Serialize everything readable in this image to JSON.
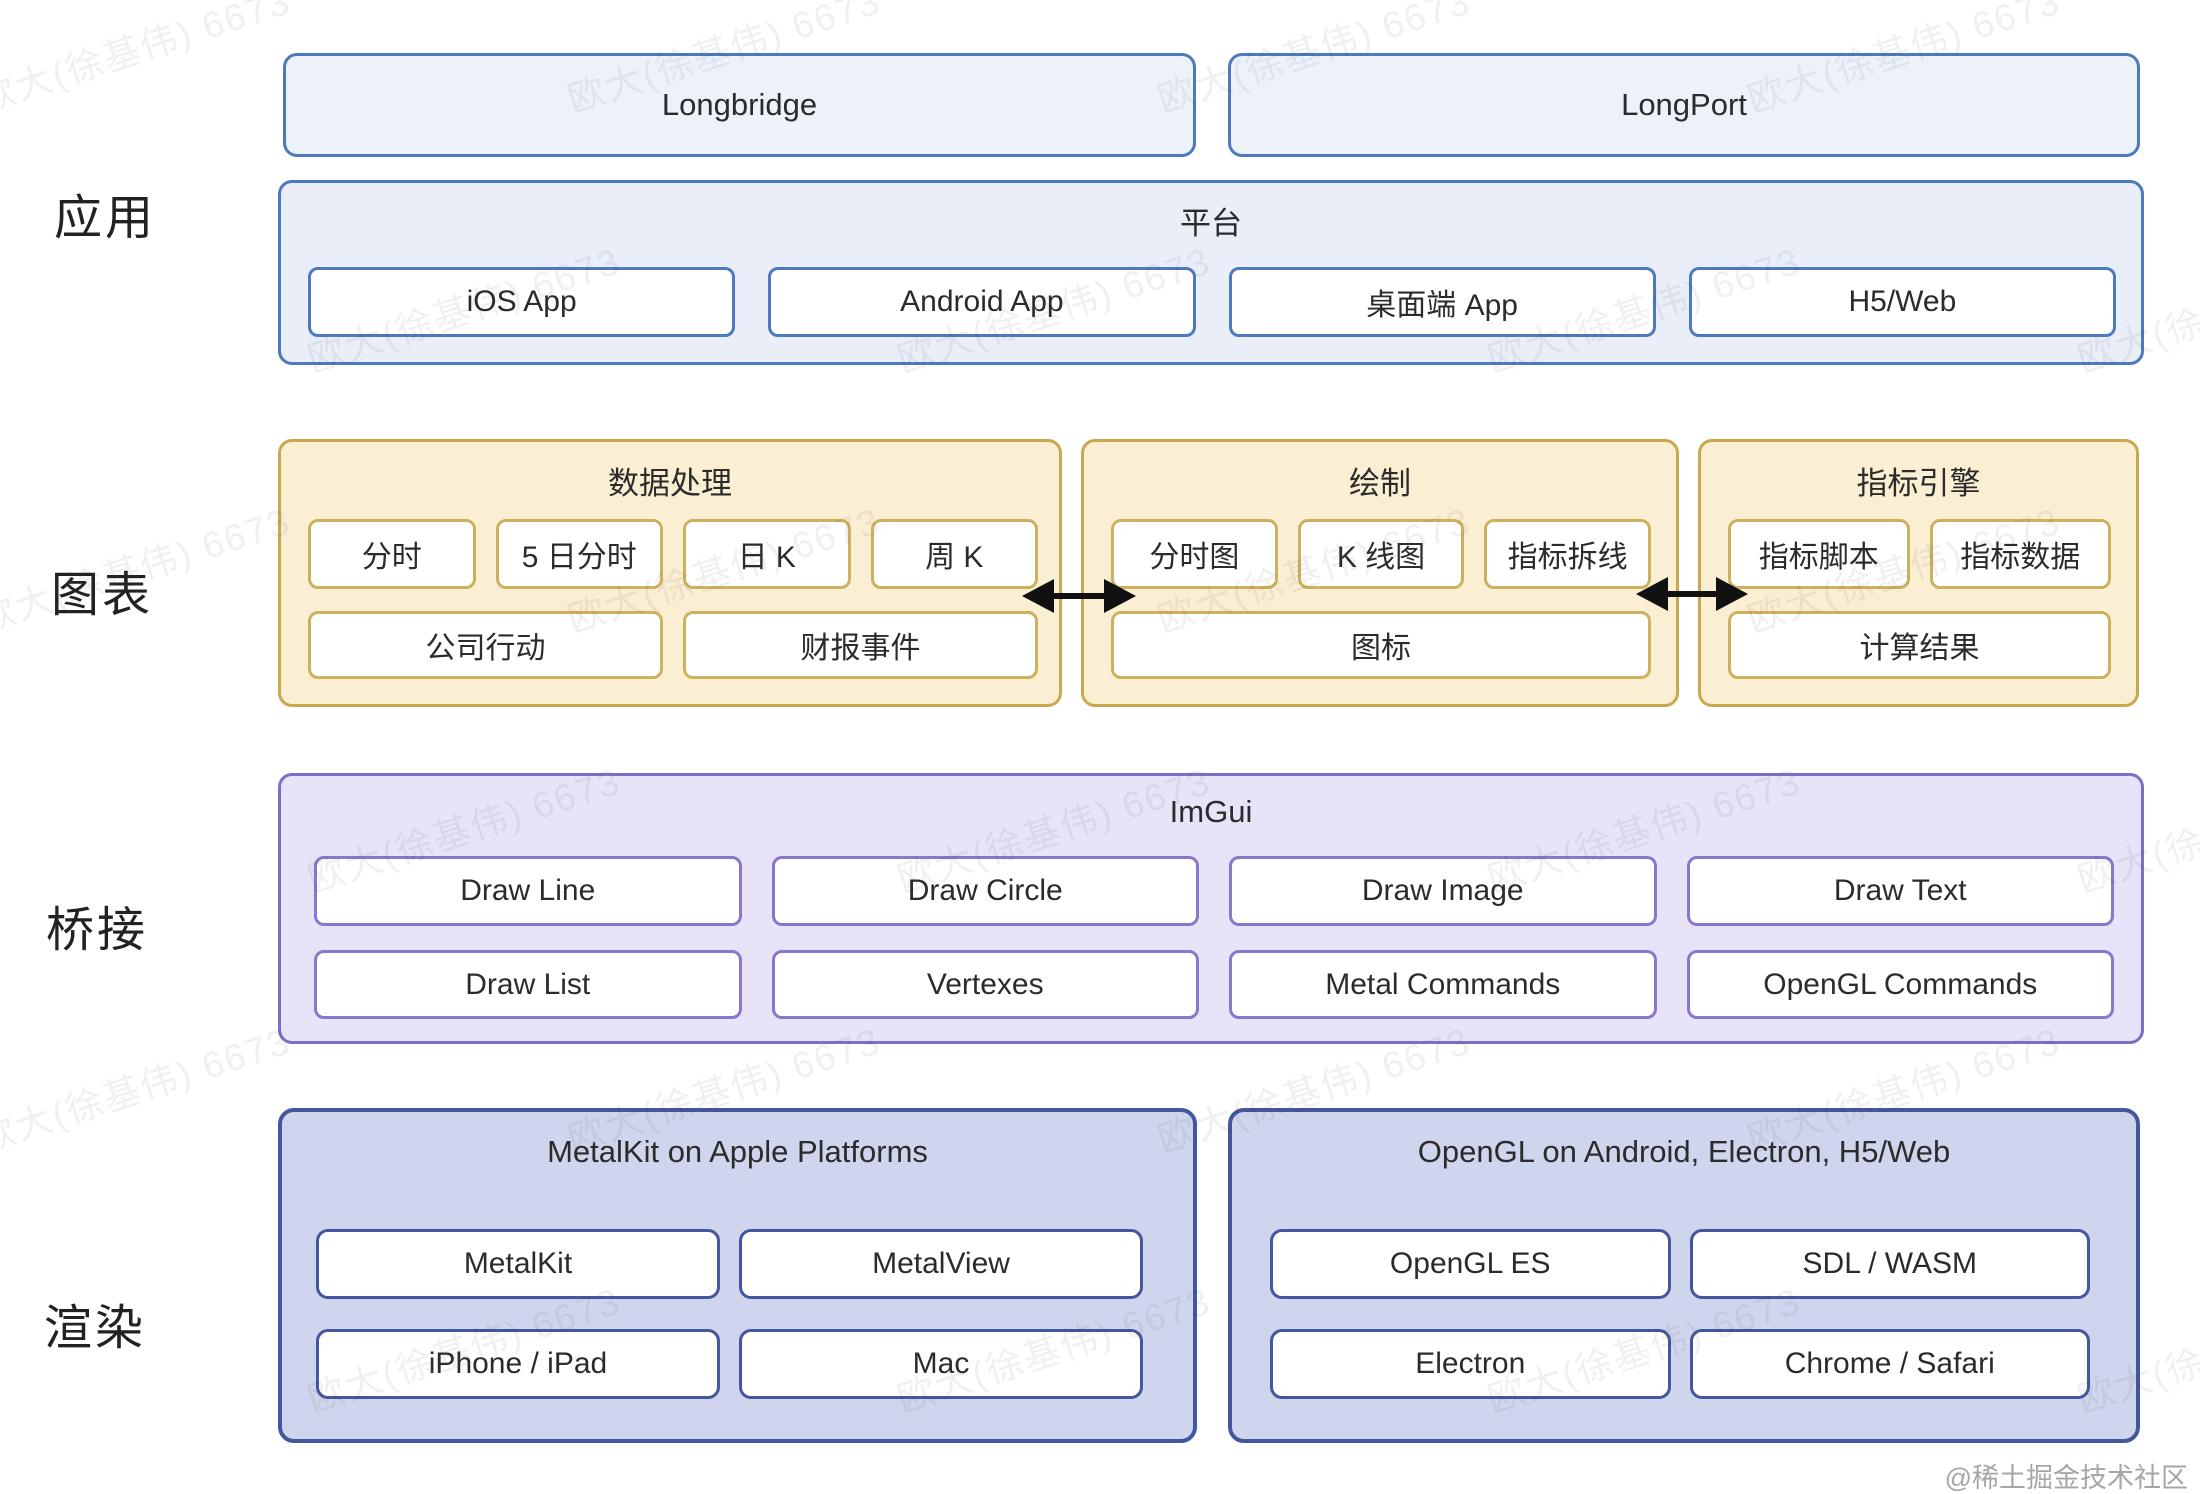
{
  "rail": {
    "app": "应用",
    "chart": "图表",
    "bridge": "桥接",
    "render": "渲染"
  },
  "app_row": {
    "longbridge": "Longbridge",
    "longport": "LongPort",
    "platform": {
      "title": "平台",
      "chips": [
        "iOS App",
        "Android App",
        "桌面端 App",
        "H5/Web"
      ]
    }
  },
  "chart_row": {
    "data_processing": {
      "title": "数据处理",
      "chips": [
        "分时",
        "5 日分时",
        "日 K",
        "周 K"
      ],
      "wide_chips": [
        "公司行动",
        "财报事件"
      ]
    },
    "drawing": {
      "title": "绘制",
      "chips": [
        "分时图",
        "K 线图",
        "指标拆线"
      ],
      "wide_chip": "图标"
    },
    "indicator_engine": {
      "title": "指标引擎",
      "chips": [
        "指标脚本",
        "指标数据"
      ],
      "wide_chip": "计算结果"
    }
  },
  "bridge_row": {
    "title": "ImGui",
    "chips_row1": [
      "Draw Line",
      "Draw Circle",
      "Draw Image",
      "Draw Text"
    ],
    "chips_row2": [
      "Draw List",
      "Vertexes",
      "Metal Commands",
      "OpenGL Commands"
    ]
  },
  "render_row": {
    "metal": {
      "title": "MetalKit on Apple Platforms",
      "chips_row1": [
        "MetalKit",
        "MetalView"
      ],
      "chips_row2": [
        "iPhone / iPad",
        "Mac"
      ]
    },
    "opengl": {
      "title": "OpenGL on Android, Electron, H5/Web",
      "chips_row1": [
        "OpenGL ES",
        "SDL / WASM"
      ],
      "chips_row2": [
        "Electron",
        "Chrome / Safari"
      ]
    }
  },
  "watermark": {
    "tile": "欧大(徐基伟) 6673",
    "credit": "@稀土掘金技术社区"
  },
  "colors": {
    "blue_border": "#4d79bf",
    "blue_fill": "#edf1f9",
    "yellow_border": "#c9a850",
    "yellow_fill": "#faefd2",
    "purple_border": "#7d6ec8",
    "purple_fill": "#e8e3f8",
    "navy_border": "#44569d",
    "navy_fill": "#cfd5ec",
    "arrow": "#111111"
  }
}
